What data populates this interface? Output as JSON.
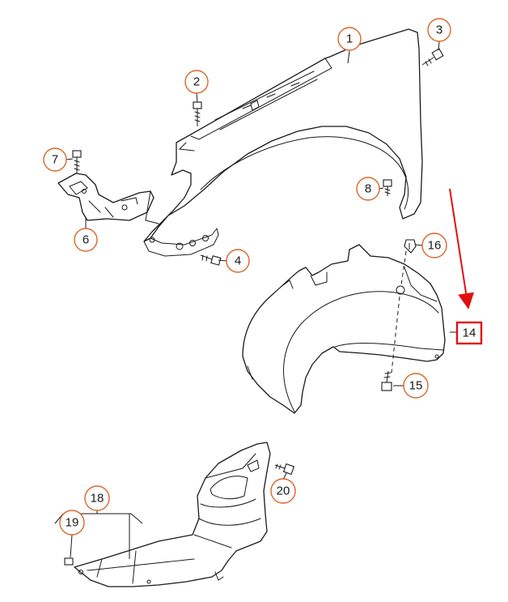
{
  "diagram": {
    "callout_color": "#d9662a",
    "highlight_color": "#e01010",
    "callouts": [
      {
        "id": "c1",
        "label": "1"
      },
      {
        "id": "c2",
        "label": "2"
      },
      {
        "id": "c3",
        "label": "3"
      },
      {
        "id": "c4",
        "label": "4"
      },
      {
        "id": "c6",
        "label": "6"
      },
      {
        "id": "c7",
        "label": "7"
      },
      {
        "id": "c8",
        "label": "8"
      },
      {
        "id": "c15",
        "label": "15"
      },
      {
        "id": "c16",
        "label": "16"
      },
      {
        "id": "c18",
        "label": "18"
      },
      {
        "id": "c19",
        "label": "19"
      },
      {
        "id": "c20",
        "label": "20"
      }
    ],
    "highlighted": {
      "label": "14"
    }
  }
}
